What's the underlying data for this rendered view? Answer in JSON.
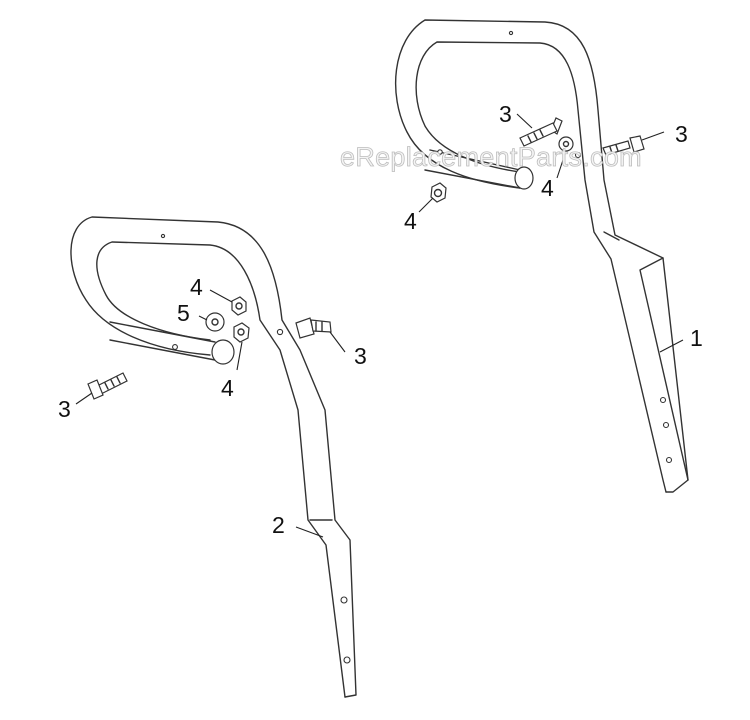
{
  "watermark": "eReplacementParts.com",
  "callouts": {
    "c1": "1",
    "c2": "2",
    "c3a": "3",
    "c3b": "3",
    "c3c": "3",
    "c3d": "3",
    "c4a": "4",
    "c4b": "4",
    "c4c": "4",
    "c4d": "4",
    "c5": "5"
  }
}
